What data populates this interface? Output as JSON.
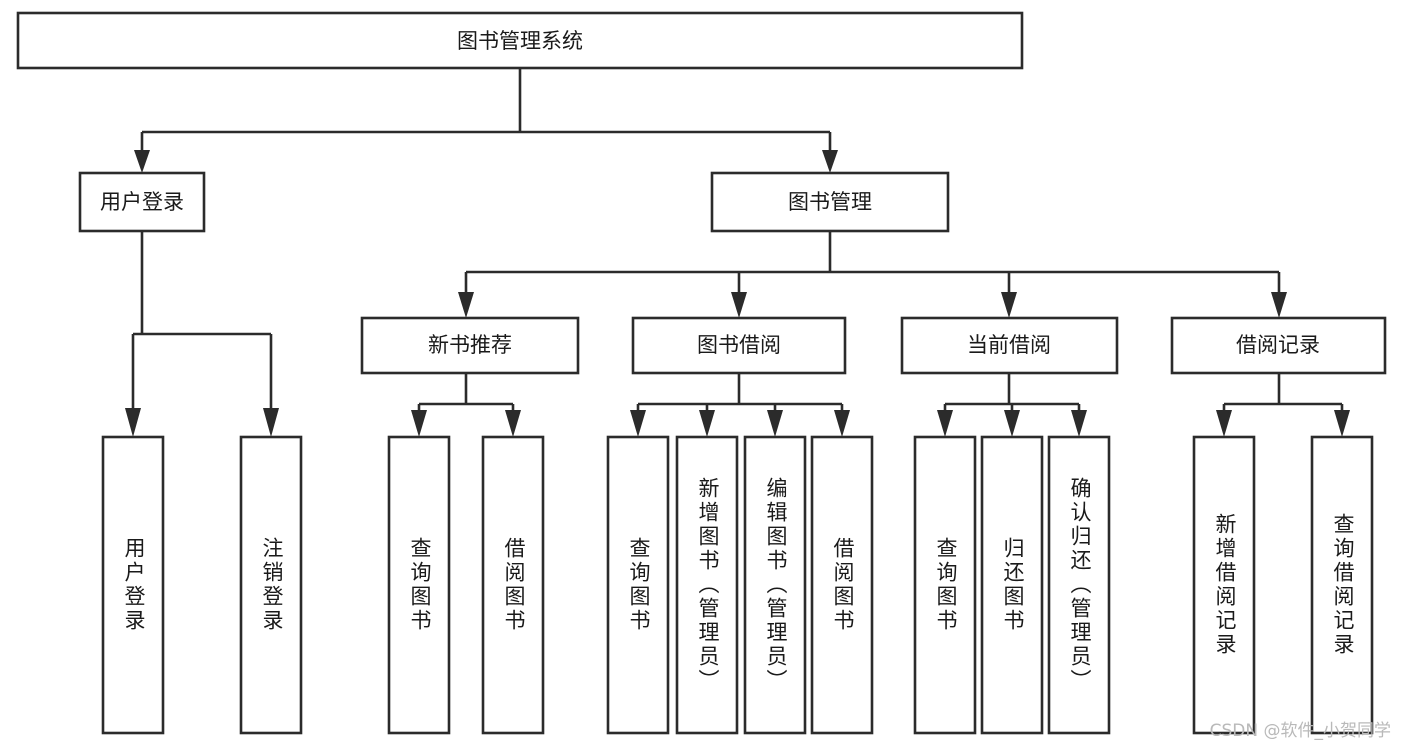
{
  "diagram": {
    "title": "图书管理系统",
    "type": "tree-hierarchy-chart",
    "colors": {
      "background": "#ffffff",
      "box_fill": "#ffffff",
      "box_stroke": "#2b2b2b",
      "connector": "#2b2b2b",
      "text": "#1a1a1a",
      "watermark": "#b9b9b9"
    },
    "root": {
      "label": "图书管理系统"
    },
    "level2": [
      {
        "label": "用户登录"
      },
      {
        "label": "图书管理"
      }
    ],
    "level3": [
      {
        "label": "新书推荐"
      },
      {
        "label": "图书借阅"
      },
      {
        "label": "当前借阅"
      },
      {
        "label": "借阅记录"
      }
    ],
    "leaves_user_login": [
      {
        "label": "用户登录"
      },
      {
        "label": "注销登录"
      }
    ],
    "leaves_new_book": [
      {
        "label": "查询图书"
      },
      {
        "label": "借阅图书"
      }
    ],
    "leaves_borrow": [
      {
        "label": "查询图书"
      },
      {
        "label": "新增图书（管理员）"
      },
      {
        "label": "编辑图书（管理员）"
      },
      {
        "label": "借阅图书"
      }
    ],
    "leaves_current": [
      {
        "label": "查询图书"
      },
      {
        "label": "归还图书"
      },
      {
        "label": "确认归还（管理员）"
      }
    ],
    "leaves_record": [
      {
        "label": "新增借阅记录"
      },
      {
        "label": "查询借阅记录"
      }
    ],
    "watermark": "CSDN @软件_小贺同学"
  }
}
